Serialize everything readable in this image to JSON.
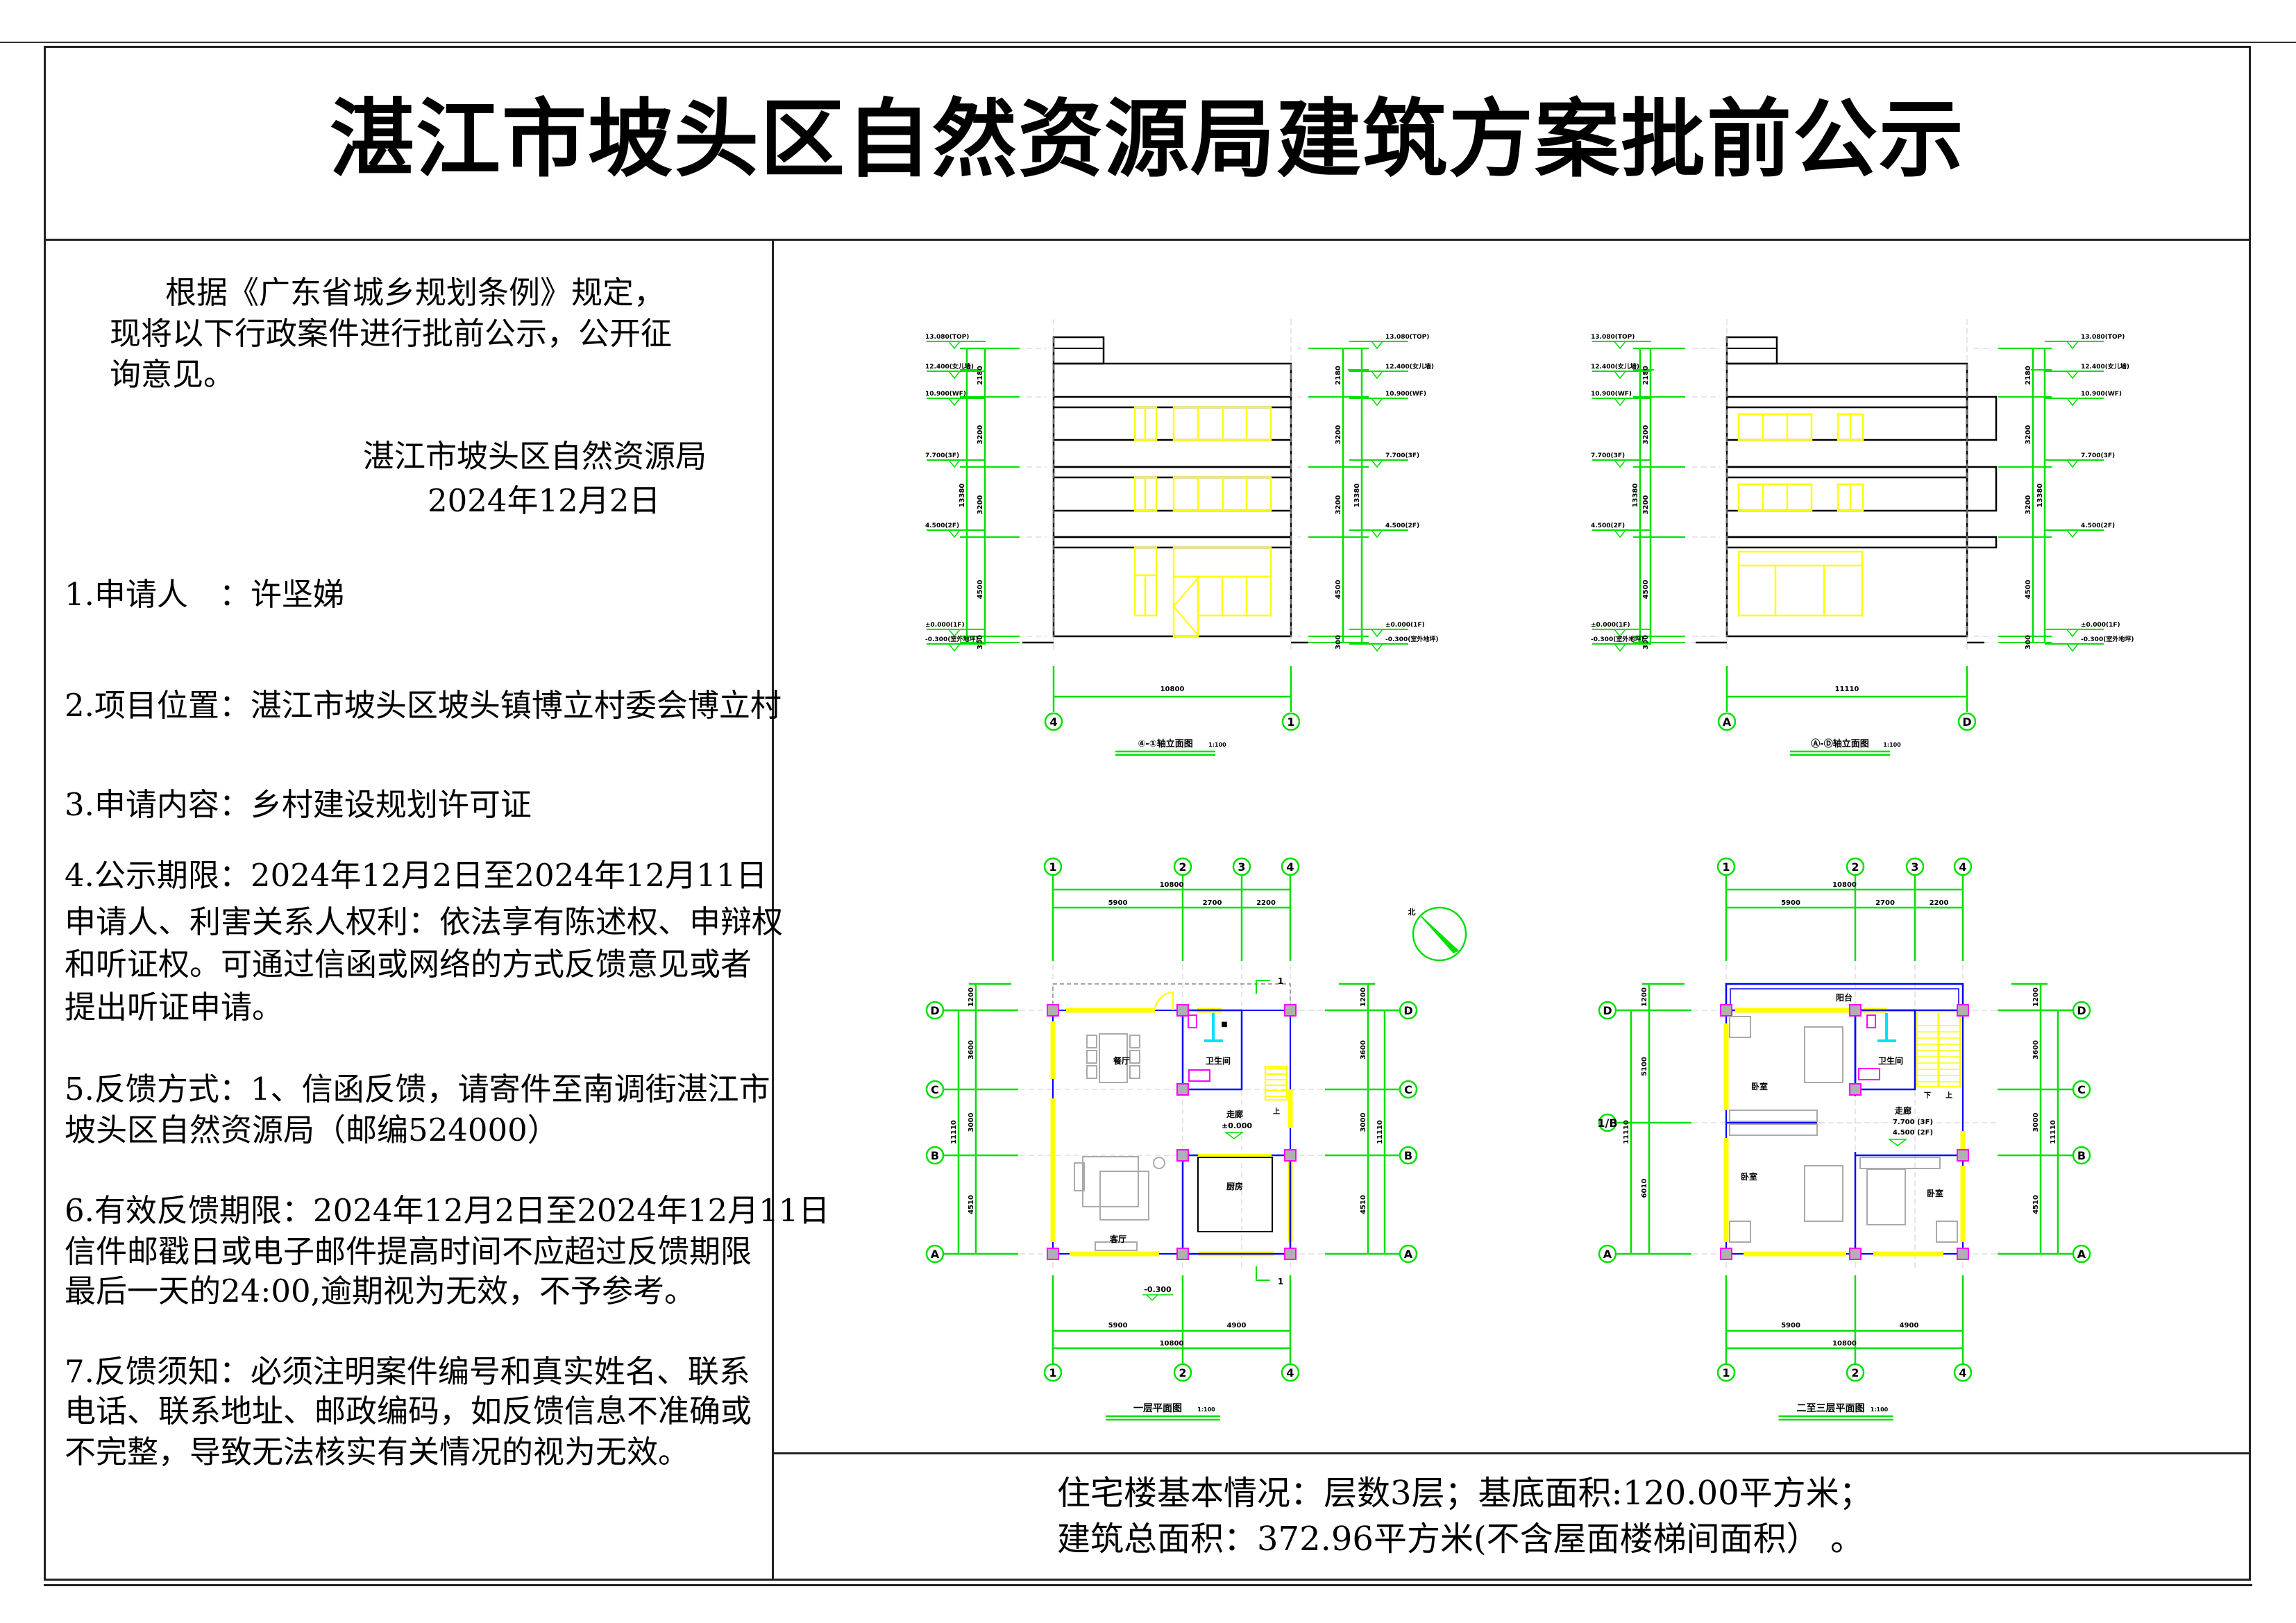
{
  "title": "湛江市坡头区自然资源局建筑方案批前公示",
  "notice": {
    "intro_lines": [
      "根据《广东省城乡规划条例》规定，",
      "现将以下行政案件进行批前公示，公开征",
      "询意见。"
    ],
    "agency": "湛江市坡头区自然资源局",
    "date": "2024年12月2日",
    "items": [
      [
        "1.申请人　：许坚娣"
      ],
      [
        "2.项目位置：湛江市坡头区坡头镇博立村委会博立村"
      ],
      [
        "3.申请内容：乡村建设规划许可证"
      ],
      [
        "4.公示期限：2024年12月2日至2024年12月11日",
        "申请人、利害关系人权利：依法享有陈述权、申辩权",
        "和听证权。可通过信函或网络的方式反馈意见或者",
        "提出听证申请。"
      ],
      [
        "5.反馈方式：1、信函反馈，请寄件至南调街湛江市",
        "坡头区自然资源局（邮编524000）"
      ],
      [
        "6.有效反馈期限：2024年12月2日至2024年12月11日",
        "信件邮戳日或电子邮件提高时间不应超过反馈期限",
        "最后一天的24:00,逾期视为无效，不予参考。"
      ],
      [
        "7.反馈须知：必须注明案件编号和真实姓名、联系",
        "电话、联系地址、邮政编码，如反馈信息不准确或",
        "不完整，导致无法核实有关情况的视为无效。"
      ]
    ]
  },
  "summary": {
    "line1": "住宅楼基本情况：层数3层；基底面积:120.00平方米；",
    "line2": "建筑总面积：372.96平方米(不含屋面楼梯间面积） 。"
  },
  "drawings": {
    "elev1": {
      "title": "④-①轴立面图",
      "scale": "1:100",
      "levels": [
        "13.080(TOP)",
        "12.400(女儿墙)",
        "10.900(WF)",
        "7.700(3F)",
        "4.500(2F)",
        "±0.000(1F)",
        "-0.300(室外地坪)"
      ],
      "dims": [
        "2180",
        "3200",
        "3200",
        "4500",
        "300"
      ],
      "total": "13380",
      "width": "10800",
      "axes": [
        "4",
        "1"
      ]
    },
    "elev2": {
      "title": "Ⓐ-Ⓓ轴立面图",
      "scale": "1:100",
      "levels": [
        "13.080(TOP)",
        "12.400(女儿墙)",
        "10.900(WF)",
        "7.700(3F)",
        "4.500(2F)",
        "±0.000(1F)",
        "-0.300(室外地坪)"
      ],
      "dims": [
        "2180",
        "3200",
        "3200",
        "4500",
        "300"
      ],
      "total": "13380",
      "width": "11110",
      "axes": [
        "A",
        "D"
      ]
    },
    "plan1": {
      "title": "一层平面图",
      "scale": "1:100",
      "top_axes": [
        "1",
        "2",
        "3",
        "4"
      ],
      "bottom_axes": [
        "1",
        "2",
        "4"
      ],
      "left_axes": [
        "D",
        "C",
        "B",
        "A"
      ],
      "right_axes": [
        "D",
        "C",
        "B",
        "A"
      ],
      "top_total": "10800",
      "top_dims": [
        "5900",
        "2700",
        "2200"
      ],
      "bottom_dims": [
        "5900",
        "4900"
      ],
      "bottom_total": "10800",
      "left_dims": [
        "1200",
        "3600",
        "3000",
        "4510"
      ],
      "left_total": "11110",
      "right_dims": [
        "1200",
        "3600",
        "3000",
        "4510"
      ],
      "right_total": "11110",
      "rooms": [
        "餐厅",
        "卫生间",
        "走廊",
        "±0.000",
        "厨房",
        "客厅",
        "上"
      ],
      "outdoor_level": "-0.300",
      "section": "1",
      "north": "北"
    },
    "plan2": {
      "title": "二至三层平面图",
      "scale": "1:100",
      "top_axes": [
        "1",
        "2",
        "3",
        "4"
      ],
      "bottom_axes": [
        "1",
        "2",
        "4"
      ],
      "left_axes": [
        "D",
        "1/B",
        "A"
      ],
      "right_axes": [
        "D",
        "C",
        "B",
        "A"
      ],
      "top_total": "10800",
      "top_dims": [
        "5900",
        "2700",
        "2200"
      ],
      "bottom_dims": [
        "5900",
        "4900"
      ],
      "bottom_total": "10800",
      "left_dims": [
        "1200",
        "5100",
        "6010"
      ],
      "left_total": "11110",
      "right_dims": [
        "1200",
        "3600",
        "3000",
        "4510"
      ],
      "right_total": "11110",
      "rooms": [
        "阳台",
        "卫生间",
        "卧室",
        "卧室",
        "卧室",
        "走廊",
        "7.700 (3F)",
        "4.500 (2F)",
        "下",
        "上"
      ]
    }
  },
  "colors": {
    "dim": "#00e000",
    "window": "#ffff00",
    "wall": "#0000ff",
    "column": "#ff00ff",
    "fixture": "#00e0ff",
    "furniture": "#aaaaaa"
  }
}
